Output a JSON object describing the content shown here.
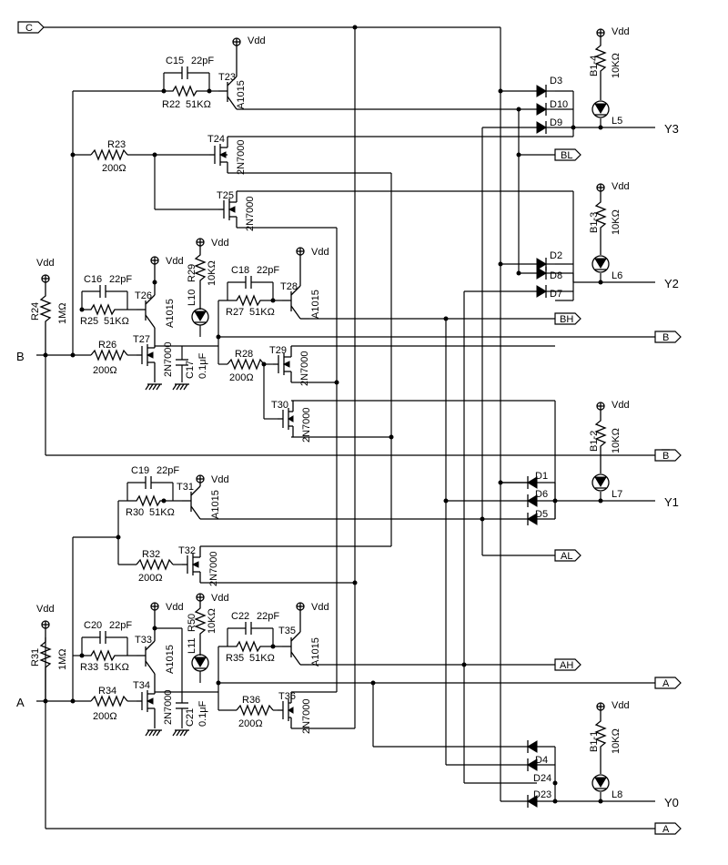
{
  "ports": {
    "c_in": "C",
    "b_in": "B",
    "a_in": "A",
    "bl": "BL",
    "bh": "BH",
    "b_out": "B",
    "b_bar_out": "B",
    "al": "AL",
    "ah": "AH",
    "a_out": "A",
    "a_bar_out": "A"
  },
  "outputs": {
    "y3": "Y3",
    "y2": "Y2",
    "y1": "Y1",
    "y0": "Y0"
  },
  "supply": "Vdd",
  "transistors": {
    "t23": "T23",
    "t24": "T24",
    "t25": "T25",
    "t26": "T26",
    "t27": "T27",
    "t28": "T28",
    "t29": "T29",
    "t30": "T30",
    "t31": "T31",
    "t32": "T32",
    "t33": "T33",
    "t34": "T34",
    "t35": "T35",
    "t36": "T36",
    "pnp": "A1015",
    "nmos": "2N7000"
  },
  "resistors": {
    "r22": "R22",
    "r23": "R23",
    "r24": "R24",
    "r25": "R25",
    "r26": "R26",
    "r27": "R27",
    "r28": "R28",
    "r29": "R29",
    "r30": "R30",
    "r31": "R31",
    "r32": "R32",
    "r33": "R33",
    "r34": "R34",
    "r35": "R35",
    "r36": "R36",
    "r50": "R50",
    "v51k": "51KΩ",
    "v200": "200Ω",
    "v1m": "1MΩ",
    "v10k": "10KΩ"
  },
  "capacitors": {
    "c15": "C15",
    "c16": "C16",
    "c17": "C17",
    "c18": "C18",
    "c19": "C19",
    "c20": "C20",
    "c21": "C21",
    "c22": "C22",
    "v22p": "22pF",
    "v01u": "0.1μF"
  },
  "diodes": {
    "d1": "D1",
    "d2": "D2",
    "d3": "D3",
    "d4": "D4",
    "d5": "D5",
    "d6": "D6",
    "d7": "D7",
    "d8": "D8",
    "d9": "D9",
    "d10": "D10",
    "d23": "D23",
    "d24": "D24"
  },
  "leds": {
    "l5": "L5",
    "l6": "L6",
    "l7": "L7",
    "l8": "L8",
    "l10": "L10",
    "l11": "L11"
  },
  "resistor_arrays": {
    "b1_1": "B1-1",
    "b1_2": "B1-2",
    "b1_3": "B1-3",
    "b1_4": "B1-4"
  }
}
